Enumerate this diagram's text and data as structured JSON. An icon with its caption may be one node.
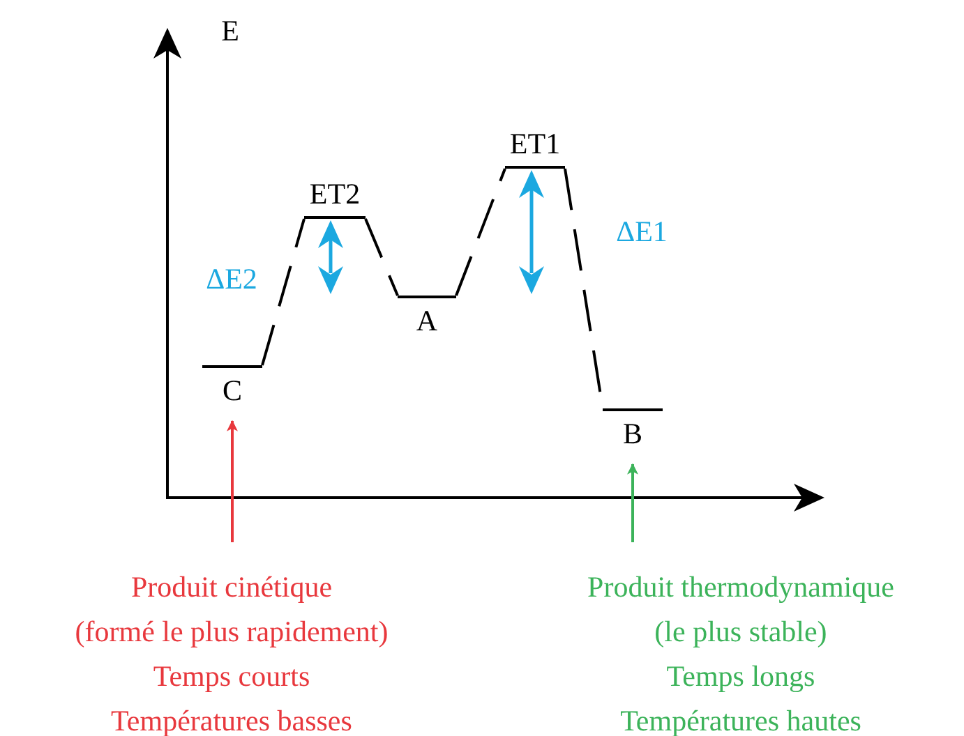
{
  "diagram": {
    "nodes": [
      {
        "text": [
          "C"
        ]
      },
      {
        "text": [
          "ET2"
        ]
      },
      {
        "text": [
          "A"
        ]
      },
      {
        "text": [
          "ET1"
        ]
      },
      {
        "text": [
          "B"
        ]
      },
      {
        "text": [
          "Produit cinétique",
          "(formé le plus rapidement)",
          "Temps courts",
          "Températures basses"
        ]
      },
      {
        "text": [
          "Produit thermodynamique",
          "(le plus stable)",
          "Temps longs",
          "Températures hautes"
        ]
      }
    ],
    "edges": [
      {
        "from": 0,
        "to": 1,
        "arrow": "none",
        "style": "dashed"
      },
      {
        "from": 1,
        "to": 2,
        "arrow": "none",
        "style": "dashed"
      },
      {
        "from": 2,
        "to": 3,
        "arrow": "none",
        "style": "dashed"
      },
      {
        "from": 3,
        "to": 4,
        "arrow": "none",
        "style": "dashed"
      },
      {
        "from": 5,
        "to": 0,
        "arrow": "to",
        "color": "#e8383d"
      },
      {
        "from": 6,
        "to": 4,
        "arrow": "to",
        "color": "#3cb35a"
      }
    ],
    "labels": [
      "E",
      "ΔE2",
      "ΔE1"
    ]
  }
}
